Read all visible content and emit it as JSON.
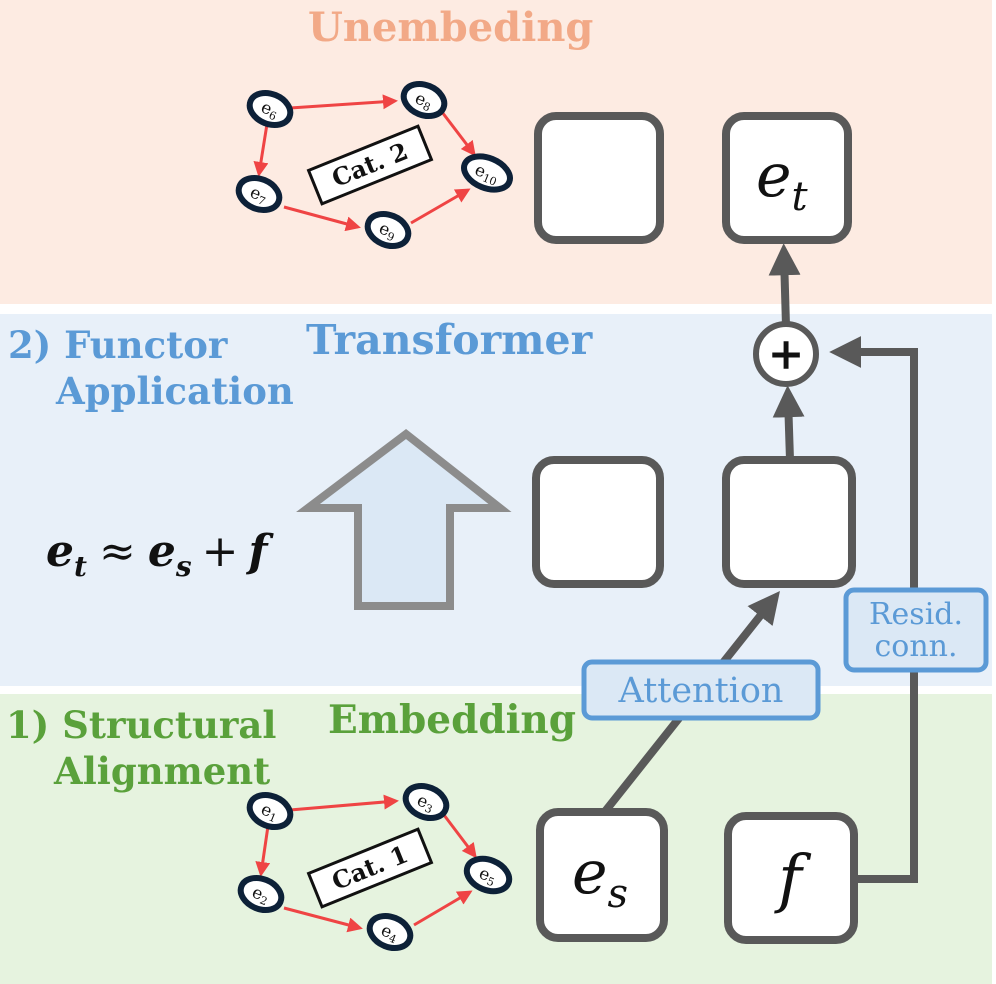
{
  "sections": {
    "top": {
      "title": "Unembeding"
    },
    "middle": {
      "title": "Transformer",
      "step_number": "2)",
      "step_line1": "Functor",
      "step_line2": "Application"
    },
    "bottom": {
      "title": "Embedding",
      "step_number": "1)",
      "step_line1": "Structural",
      "step_line2": "Alignment"
    }
  },
  "formula": {
    "lhs": "e",
    "lhs_sub": "t",
    "approx": "≈",
    "rhs1": "e",
    "rhs1_sub": "s",
    "plus": "+",
    "rhs2": "f"
  },
  "top_graph": {
    "label": "Cat. 2",
    "nodes": [
      {
        "base": "e",
        "sub": "6"
      },
      {
        "base": "e",
        "sub": "8"
      },
      {
        "base": "e",
        "sub": "7"
      },
      {
        "base": "e",
        "sub": "9"
      },
      {
        "base": "e",
        "sub": "10"
      }
    ]
  },
  "bottom_graph": {
    "label": "Cat. 1",
    "nodes": [
      {
        "base": "e",
        "sub": "1"
      },
      {
        "base": "e",
        "sub": "3"
      },
      {
        "base": "e",
        "sub": "2"
      },
      {
        "base": "e",
        "sub": "4"
      },
      {
        "base": "e",
        "sub": "5"
      }
    ]
  },
  "boxes": {
    "output": {
      "base": "e",
      "sub": "t"
    },
    "source": {
      "base": "e",
      "sub": "s"
    },
    "functor": {
      "base": "f"
    }
  },
  "sum_symbol": "+",
  "labels": {
    "attention": "Attention",
    "resid_line1": "Resid.",
    "resid_line2": "conn."
  },
  "colors": {
    "top_band": "#fdebe2",
    "middle_band": "#e8f0f9",
    "bottom_band": "#e6f3df",
    "unembedding_title": "#f2a987",
    "transformer_blue": "#5b9ad6",
    "embedding_green": "#5aa13b",
    "box_stroke": "#595959",
    "graph_arrow": "#ef4444",
    "graph_node": "#0d2138"
  }
}
